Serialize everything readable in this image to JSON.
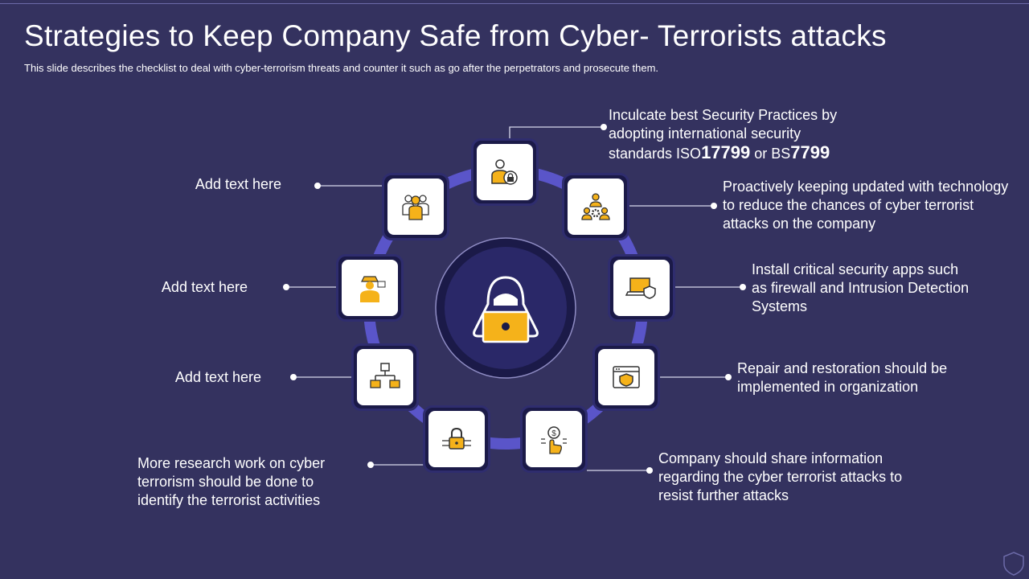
{
  "title": "Strategies to Keep Company Safe from Cyber- Terrorists attacks",
  "subtitle": "This slide describes the checklist to deal with cyber-terrorism threats and counter it such as go after the perpetrators and prosecute them.",
  "colors": {
    "background": "#34325f",
    "ring": "#5a55c9",
    "accent": "#f5b21a",
    "tile_border": "#1b1a48"
  },
  "center_icon": "hacker-laptop-icon",
  "items": [
    {
      "icon": "security-user-icon",
      "line1": "Inculcate best Security Practices by",
      "line2": "adopting international  security",
      "line3_prefix": "standards ISO",
      "iso_number": "17799",
      "line3_mid": " or BS",
      "bs_number": "7799"
    },
    {
      "icon": "team-gear-icon",
      "text": "Proactively keeping updated with technology to reduce the chances of cyber terrorist attacks on the company"
    },
    {
      "icon": "laptop-shield-icon",
      "text": "Install critical security apps such as firewall and Intrusion Detection Systems"
    },
    {
      "icon": "browser-shield-icon",
      "text": "Repair and restoration should be implemented in organization"
    },
    {
      "icon": "hand-dollar-icon",
      "text": "Company should share information regarding the cyber terrorist attacks to resist further attacks"
    },
    {
      "icon": "lock-circuit-icon",
      "text": "More research work on cyber terrorism should be done to identify the terrorist activities"
    },
    {
      "icon": "network-computers-icon",
      "text": "Add text here"
    },
    {
      "icon": "spy-agent-icon",
      "text": "Add text here"
    },
    {
      "icon": "people-group-icon",
      "text": "Add text here"
    }
  ]
}
